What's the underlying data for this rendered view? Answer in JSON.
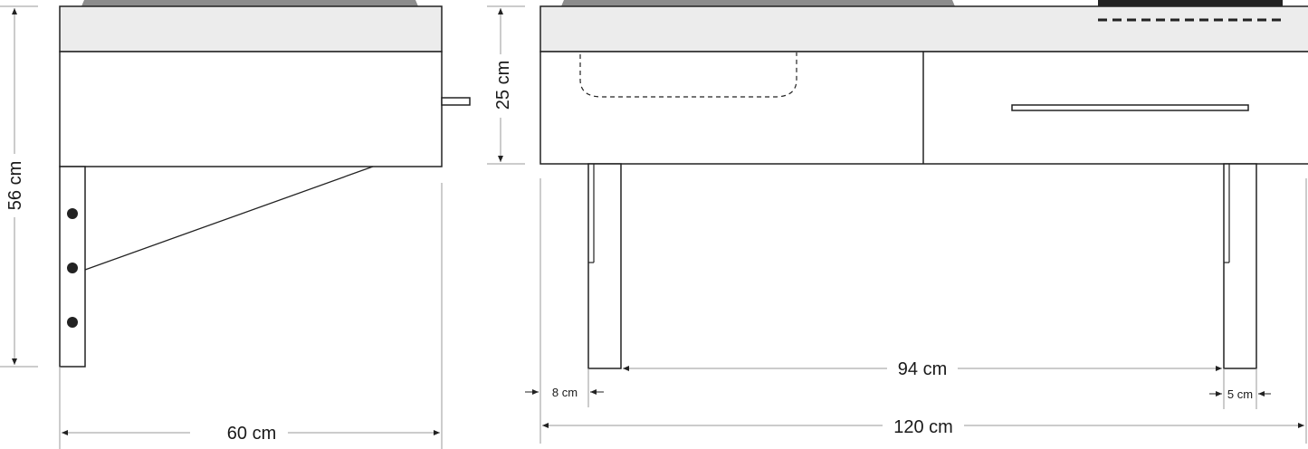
{
  "side_view": {
    "height_label": "56 cm",
    "depth_label": "60 cm"
  },
  "front_view": {
    "box_height_label": "25 cm",
    "inner_leg_span_label": "94 cm",
    "leg_inset_label": "8 cm",
    "leg_width_label": "5 cm",
    "total_width_label": "120 cm"
  },
  "colors": {
    "line": "#222222",
    "top_fill": "#ececec",
    "tray_fill": "#8c8c8c",
    "dimension_line": "#999999"
  }
}
